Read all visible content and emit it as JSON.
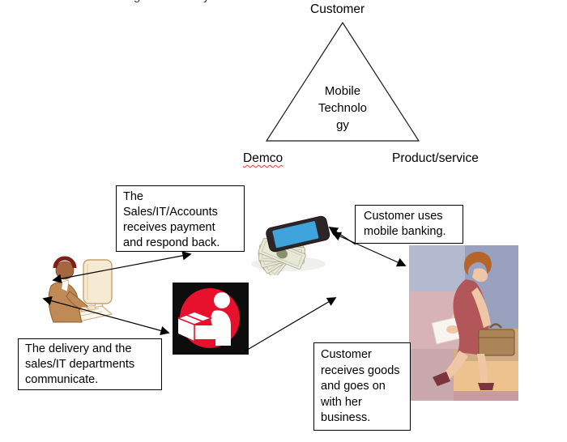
{
  "page": {
    "background": "#ffffff"
  },
  "top_clipped_text": {
    "left_fragment": "g",
    "right_fragment": "y"
  },
  "triangle": {
    "apex_label": "Customer",
    "bottom_left_label": "Demco",
    "bottom_right_label": "Product/service",
    "center_label": "Mobile\nTechnolo\ngy"
  },
  "callouts": {
    "sales_accounts": "The Sales/IT/Accounts receives payment and respond back.",
    "customer_mobile_banking": "Customer uses mobile banking.",
    "delivery_sales_communicate": "The delivery and the sales/IT departments communicate.",
    "customer_receives_goods": "Customer receives goods and goes on with her business."
  },
  "icons": {
    "man_at_computer": "man-at-computer-clipart",
    "smartphone_on_money": "smartphone-on-cash-photo",
    "delivery_person": "delivery-person-box-icon",
    "businesswoman": "businesswoman-walking-clipart"
  },
  "colors": {
    "arrow_line": "#000000",
    "box_border": "#000000",
    "spellcheck_underline": "#e03c31",
    "delivery_badge_red": "#e8112d",
    "delivery_badge_bg": "#0d0d0d",
    "phone_screen_blue": "#3fa3dc",
    "dress_maroon": "#b25659",
    "suit_tan": "#c08a57",
    "briefcase_brown": "#ab8458"
  }
}
